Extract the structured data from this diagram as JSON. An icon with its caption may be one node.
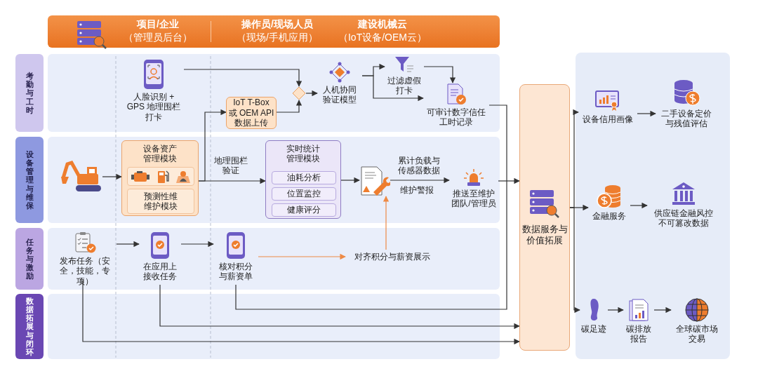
{
  "diagram": {
    "nodes": [
      {
        "text": [
          "项目/企业",
          "（管理员后台）",
          "操作员/现场人员",
          "（现场/手机应用）",
          "建设机械云",
          "（IoT设备/OEM云）"
        ]
      },
      {
        "text": [
          "考勤与工时"
        ]
      },
      {
        "text": [
          "设备管理与维保"
        ]
      },
      {
        "text": [
          "任务与激励"
        ]
      },
      {
        "text": [
          "数据拓展与闭环"
        ]
      },
      {
        "text": [
          "人脸识别 + GPS 地理围栏打卡"
        ],
        "in": 1
      },
      {
        "text": [
          "IoT T-Box 或 OEM API 数据上传"
        ],
        "in": 1
      },
      {
        "text": [],
        "shape": "diamond",
        "in": 1
      },
      {
        "text": [
          "人机协同验证模型"
        ],
        "in": 1
      },
      {
        "text": [
          "过滤虚假打卡"
        ],
        "in": 1
      },
      {
        "text": [
          "可审计数字信任工时记录"
        ],
        "in": 1
      },
      {
        "text": [],
        "shape": "picture",
        "in": 2
      },
      {
        "text": [
          "设备资产管理模块"
        ],
        "in": 2
      },
      {
        "text": [
          "预测性维维护模块"
        ],
        "in": 12
      },
      {
        "text": [
          "实时统计管理模块"
        ],
        "in": 2
      },
      {
        "text": [
          "油耗分析"
        ],
        "in": 14
      },
      {
        "text": [
          "位置监控"
        ],
        "in": 14
      },
      {
        "text": [
          "健康评分"
        ],
        "in": 14
      },
      {
        "text": [],
        "shape": "picture",
        "in": 2
      },
      {
        "text": [
          "推送至维护团队/管理员"
        ],
        "in": 2
      },
      {
        "text": [
          "发布任务（安全，技能，专项）"
        ],
        "in": 3
      },
      {
        "text": [
          "在应用上接收任务"
        ],
        "in": 3
      },
      {
        "text": [
          "核对积分与薪资单"
        ],
        "in": 3
      },
      {
        "text": [
          "对齐积分与薪资展示"
        ],
        "in": 3
      },
      {
        "text": [
          "数据服务与价值拓展"
        ]
      },
      {
        "text": [
          "设备信用画像"
        ]
      },
      {
        "text": [
          "二手设备定价与残值评估"
        ]
      },
      {
        "text": [
          "金融服务"
        ]
      },
      {
        "text": [
          "供应链金融风控不可篡改数据"
        ]
      },
      {
        "text": [
          "碳足迹"
        ]
      },
      {
        "text": [
          "碳排放报告"
        ]
      },
      {
        "text": [
          "全球碳市场交易"
        ]
      }
    ],
    "edges": [
      {
        "from": 5,
        "to": 7,
        "arrow": "to"
      },
      {
        "from": 12,
        "to": 6,
        "arrow": "to"
      },
      {
        "from": 6,
        "to": 7,
        "arrow": "to"
      },
      {
        "from": 7,
        "to": 8,
        "arrow": "to"
      },
      {
        "from": 8,
        "to": 9,
        "arrow": "to"
      },
      {
        "from": 8,
        "to": 10,
        "arrow": "to"
      },
      {
        "from": 9,
        "to": 10,
        "arrow": "to"
      },
      {
        "from": 10,
        "to": 22,
        "arrow": "none"
      },
      {
        "from": 11,
        "to": 12,
        "arrow": "to"
      },
      {
        "from": 12,
        "to": 14,
        "arrow": "to",
        "label": "地理围栏验证"
      },
      {
        "from": 14,
        "to": 18,
        "arrow": "to"
      },
      {
        "from": 18,
        "to": 19,
        "arrow": "to",
        "label": "累计负载与传感器数据"
      },
      {
        "from": 19,
        "to": 24,
        "arrow": "to"
      },
      {
        "from": 20,
        "to": 21,
        "arrow": "to"
      },
      {
        "from": 21,
        "to": 22,
        "arrow": "to"
      },
      {
        "from": 22,
        "to": 23,
        "arrow": "to",
        "color": "#ee8a45"
      },
      {
        "from": 23,
        "to": 18,
        "arrow": "to",
        "color": "#ee8a45"
      },
      {
        "from": 21,
        "to": 24,
        "arrow": "to"
      },
      {
        "from": 20,
        "to": 24,
        "arrow": "to"
      },
      {
        "from": 24,
        "to": 25,
        "arrow": "to"
      },
      {
        "from": 24,
        "to": 27,
        "arrow": "to"
      },
      {
        "from": 24,
        "to": 29,
        "arrow": "to"
      },
      {
        "from": 25,
        "to": 26,
        "arrow": "to"
      },
      {
        "from": 27,
        "to": 28,
        "arrow": "to"
      },
      {
        "from": 29,
        "to": 30,
        "arrow": "to"
      },
      {
        "from": 30,
        "to": 31,
        "arrow": "to"
      }
    ],
    "labels": [
      "维护警报"
    ]
  }
}
